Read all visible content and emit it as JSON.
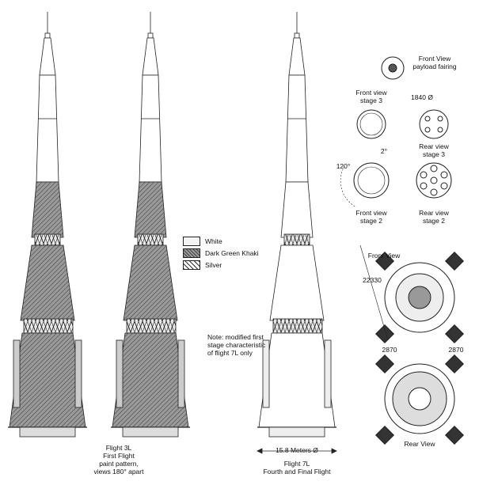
{
  "legend": {
    "items": [
      {
        "label": "White",
        "fill": "#f4f4f4"
      },
      {
        "label": "Dark Green Khaki",
        "fill": "hatch-dark"
      },
      {
        "label": "Silver",
        "fill": "hatch-silver"
      }
    ]
  },
  "note": {
    "line1": "Note:  modified first",
    "line2": "stage characteristic",
    "line3": "of flight 7L only"
  },
  "captions": {
    "flight3l": {
      "line1": "Flight 3L",
      "line2": "First Flight",
      "line3": "paint pattern,",
      "line4": "views 180° apart"
    },
    "flight7l": {
      "line1": "Flight 7L",
      "line2": "Fourth and Final Flight",
      "dimension": "15.8 Meters Ø"
    }
  },
  "views": {
    "payload_fairing": {
      "line1": "Front View",
      "line2": "payload fairing"
    },
    "front_stage3": {
      "line1": "Front view",
      "line2": "stage 3"
    },
    "rear_stage3": {
      "line1": "Rear view",
      "line2": "stage 3"
    },
    "front_stage2": {
      "line1": "Front view",
      "line2": "stage 2"
    },
    "rear_stage2": {
      "line1": "Rear view",
      "line2": "stage 2"
    },
    "front_view": "Front View",
    "rear_view": "Rear View"
  },
  "dimensions": {
    "stage3_diameter": "1840 Ø",
    "angle_2": "2°",
    "angle_120": "120°",
    "span_22330": "22330",
    "width_2870_left": "2870",
    "width_2870_right": "2870"
  }
}
